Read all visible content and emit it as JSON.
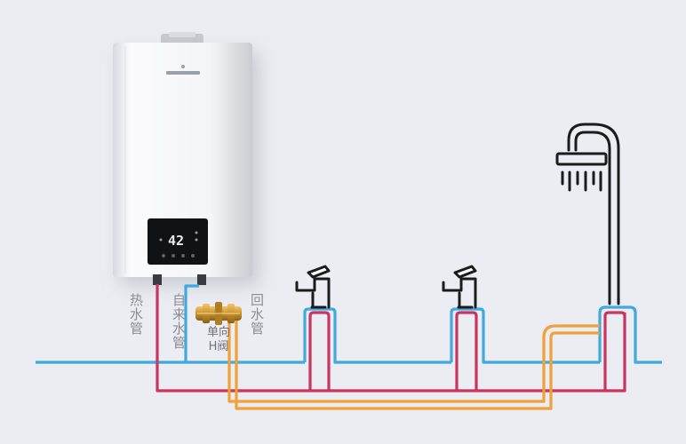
{
  "display": {
    "temperature": "42"
  },
  "labels": {
    "hot_water_pipe": "热水管",
    "tap_water_pipe": "自来水管",
    "return_water_pipe": "回水管",
    "check_valve_line1": "单向",
    "check_valve_line2": "H阀"
  },
  "colors": {
    "background": "#ebedf2",
    "cold_water_pipe": "#3fa9e0",
    "hot_water_pipe": "#c8355f",
    "return_water_pipe": "#f0a23a",
    "fixture_stroke": "#1b1b1b",
    "valve": "#c9932f"
  },
  "icons": {
    "heater": "gas-water-heater",
    "faucet": "faucet-icon",
    "shower": "shower-icon",
    "valve": "check-valve-icon"
  }
}
